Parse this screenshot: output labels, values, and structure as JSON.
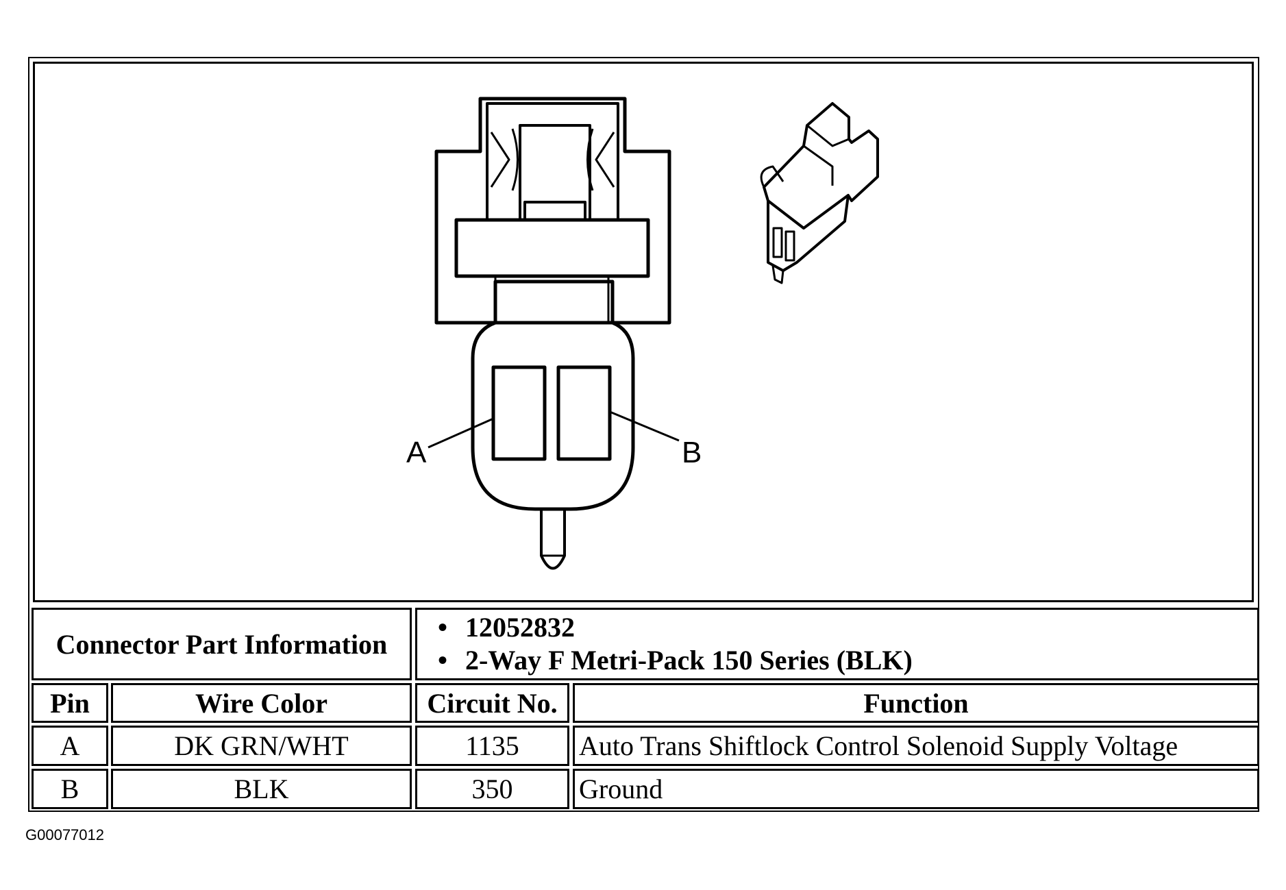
{
  "diagram": {
    "pin_labels": {
      "a": "A",
      "b": "B"
    }
  },
  "connector_info": {
    "label": "Connector Part Information",
    "items": [
      "12052832",
      "2-Way F Metri-Pack 150 Series (BLK)"
    ]
  },
  "table": {
    "headers": {
      "pin": "Pin",
      "wire_color": "Wire Color",
      "circuit": "Circuit No.",
      "function": "Function"
    },
    "rows": [
      {
        "pin": "A",
        "wire_color": "DK GRN/WHT",
        "circuit": "1135",
        "function": "Auto Trans Shiftlock Control Solenoid Supply Voltage"
      },
      {
        "pin": "B",
        "wire_color": "BLK",
        "circuit": "350",
        "function": "Ground"
      }
    ]
  },
  "figure_id": "G00077012"
}
